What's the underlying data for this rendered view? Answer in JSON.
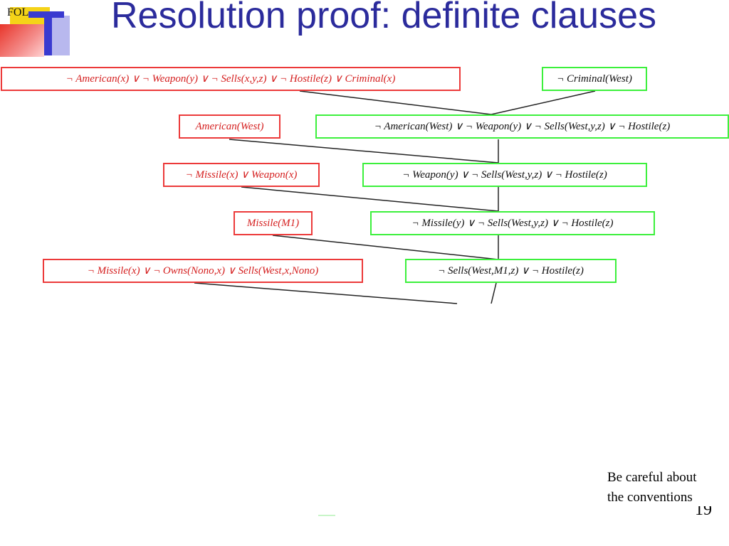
{
  "logo": {
    "text": "FOL"
  },
  "title": "Resolution proof: definite clauses",
  "clauses": {
    "kb_rule": "¬ American(x)   ∨ ¬  Weapon(y)   ∨ ¬ Sells(x,y,z)    ∨ ¬  Hostile(z)    ∨  Criminal(x)",
    "goal": "¬ Criminal(West)",
    "kb_american": "American(West)",
    "res1": "¬ American(West)    ∨ ¬ Weapon(y)    ∨ ¬ Sells(West,y,z)     ∨ ¬ Hostile(z)",
    "kb_missile_weapon": "¬ Missile(x)    ∨  Weapon(x)",
    "res2": "¬  Weapon(y)    ∨ ¬ Sells(West,y,z)     ∨  ¬ Hostile(z)",
    "kb_missile_m1": "Missile(M1)",
    "res3": "¬  Missile(y)    ∨ ¬ Sells(West,y,z)     ∨ ¬ Hostile(z)",
    "kb_sells": "¬ Missile(x)    ∨  ¬ Owns(Nono,x)    ∨  Sells(West,x,Nono)",
    "res4": "¬ Sells(West,M1,z)     ∨ ¬ Hostile(z)"
  },
  "note": "Be careful about\nthe conventions",
  "page_number": "19",
  "colors": {
    "title": "#2b2b9c",
    "kb_border": "#ec3a3a",
    "kb_text": "#d52020",
    "resolvent_border": "#3cf03c"
  }
}
